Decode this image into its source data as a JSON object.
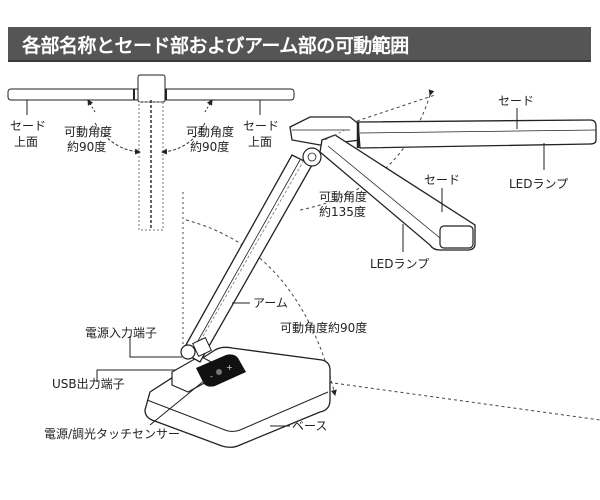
{
  "title": "各部名称とセード部およびアーム部の可動範囲",
  "top_view": {
    "left_label": [
      "セード",
      "上面"
    ],
    "right_label": [
      "セード",
      "上面"
    ],
    "left_angle": [
      "可動角度",
      "約90度"
    ],
    "right_angle": [
      "可動角度",
      "約90度"
    ]
  },
  "side_view": {
    "shade_top": "セード",
    "led_top": "LEDランプ",
    "shade_mid": "セード",
    "led_mid": "LEDランプ",
    "head_angle": [
      "可動角度",
      "約135度"
    ],
    "arm": "アーム",
    "arm_angle": "可動角度約90度",
    "power_input": "電源入力端子",
    "usb_output": "USB出力端子",
    "touch_sensor": "電源/調光タッチセンサー",
    "base": "ベース",
    "sensor_symbols": [
      "-",
      "⏻",
      "+"
    ]
  },
  "colors": {
    "title_bg": "#555555",
    "title_fg": "#ffffff",
    "line": "#222222",
    "sensor_panel": "#111111"
  }
}
